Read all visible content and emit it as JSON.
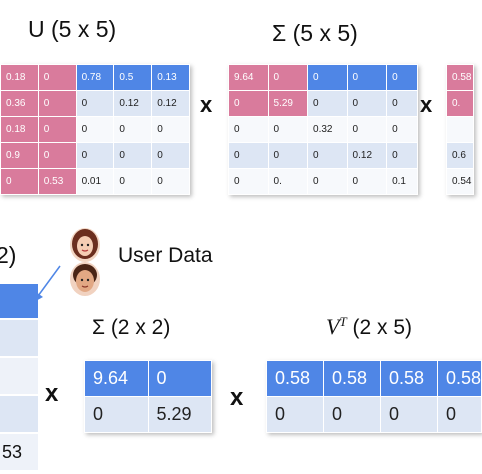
{
  "top": {
    "u_title": "U (5 x 5)",
    "sigma_title": "Σ (5 x 5)",
    "op1": "x",
    "op2": "x",
    "u_matrix": [
      [
        "0.18",
        "0",
        "0.78",
        "0.5",
        "0.13"
      ],
      [
        "0.36",
        "0",
        "0",
        "0.12",
        "0.12"
      ],
      [
        "0.18",
        "0",
        "0",
        "0",
        "0"
      ],
      [
        "0.9",
        "0",
        "0",
        "0",
        "0"
      ],
      [
        "0",
        "0.53",
        "0.01",
        "0",
        "0"
      ]
    ],
    "sigma_matrix": [
      [
        "9.64",
        "0",
        "0",
        "0",
        "0"
      ],
      [
        "0",
        "5.29",
        "0",
        "0",
        "0"
      ],
      [
        "0",
        "0",
        "0.32",
        "0",
        "0"
      ],
      [
        "0",
        "0",
        "0",
        "0.12",
        "0"
      ],
      [
        "0",
        "0.",
        "0",
        "0",
        "0.1"
      ]
    ],
    "vt_partial": [
      "0.58",
      "0.",
      "",
      "0.6",
      "0.54"
    ]
  },
  "legend": {
    "user_data": "User Data"
  },
  "bottom": {
    "left_title_partial": "2)",
    "left_partial_value": "53",
    "sigma_title": "Σ (2 x 2)",
    "vt_title_base": "V",
    "vt_title_sup": "T",
    "vt_title_dims": "(2 x 5)",
    "op1": "x",
    "op2": "x",
    "sigma_matrix": [
      [
        "9.64",
        "0"
      ],
      [
        "0",
        "5.29"
      ]
    ],
    "vt_matrix": [
      [
        "0.58",
        "0.58",
        "0.58",
        "0.58"
      ],
      [
        "0",
        "0",
        "0",
        "0"
      ]
    ]
  },
  "colors": {
    "pink": "#d97b9c",
    "blue": "#4f86e6",
    "light": "#dde6f4"
  }
}
